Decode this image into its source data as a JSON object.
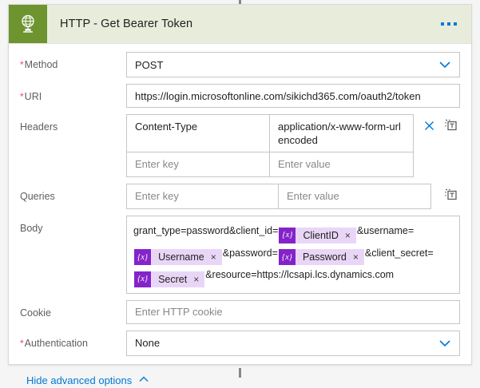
{
  "header": {
    "title": "HTTP - Get Bearer Token",
    "icon": "globe-icon",
    "menu_icon": "ellipsis-icon",
    "icon_bg": "#6e9430",
    "bar_bg": "#e7edda"
  },
  "fields": {
    "method": {
      "label": "Method",
      "required": true,
      "value": "POST",
      "chevron": "chevron-down-icon"
    },
    "uri": {
      "label": "URI",
      "required": true,
      "value": "https://login.microsoftonline.com/sikichd365.com/oauth2/token"
    },
    "headers": {
      "label": "Headers",
      "required": false,
      "rows": [
        {
          "key": "Content-Type",
          "value": "application/x-www-form-urlencoded",
          "filled": true
        },
        {
          "key": "Enter key",
          "value": "Enter value",
          "filled": false
        }
      ],
      "actions": [
        {
          "name": "delete-header-icon",
          "glyph": "close-icon"
        },
        {
          "name": "switch-to-text-mode-icon",
          "glyph": "text-box-icon"
        }
      ]
    },
    "queries": {
      "label": "Queries",
      "required": false,
      "rows": [
        {
          "key": "Enter key",
          "value": "Enter value",
          "filled": false
        }
      ],
      "actions": [
        {
          "name": "switch-to-text-mode-icon",
          "glyph": "text-box-icon"
        }
      ]
    },
    "body": {
      "label": "Body",
      "required": false,
      "segments": [
        {
          "type": "text",
          "text": "grant_type=password&client_id="
        },
        {
          "type": "token",
          "glyph": "{x}",
          "name": "ClientID",
          "remove": "×"
        },
        {
          "type": "text",
          "text": "&username="
        },
        {
          "type": "token",
          "glyph": "{x}",
          "name": "Username",
          "remove": "×"
        },
        {
          "type": "text",
          "text": "&password="
        },
        {
          "type": "token",
          "glyph": "{x}",
          "name": "Password",
          "remove": "×"
        },
        {
          "type": "text",
          "text": "&client_secret="
        },
        {
          "type": "token",
          "glyph": "{x}",
          "name": "Secret",
          "remove": "×"
        },
        {
          "type": "text",
          "text": "&resource=https://lcsapi.lcs.dynamics.com"
        }
      ],
      "token_glyph_bg": "#8423c9",
      "token_body_bg": "#e9d6f7"
    },
    "cookie": {
      "label": "Cookie",
      "required": false,
      "placeholder": "Enter HTTP cookie",
      "value": ""
    },
    "authentication": {
      "label": "Authentication",
      "required": true,
      "value": "None",
      "chevron": "chevron-down-icon"
    }
  },
  "footer": {
    "advanced_label": "Hide advanced options",
    "advanced_icon": "chevron-up-icon",
    "link_color": "#0078d4"
  }
}
